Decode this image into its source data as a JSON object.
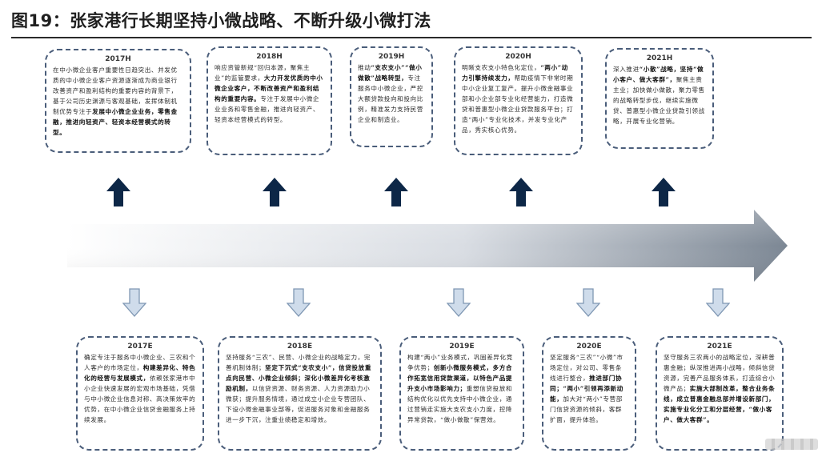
{
  "title": "图19：张家港行长期坚持小微战略、不断升级小微打法",
  "colors": {
    "arrow_up": "#0d2747",
    "arrow_down_fill": "#cfdceb",
    "arrow_down_stroke": "#7f97b3",
    "timeline_start": "#ffffff",
    "timeline_end": "#7c8794",
    "box_border": "#4a5d7a"
  },
  "icons": {
    "up": "arrow-up-icon",
    "down": "arrow-down-icon",
    "timeline": "timeline-arrow-icon"
  },
  "top_boxes": [
    {
      "head": "2017H",
      "pre": "在中小微企业客户重要性日趋突出、并发优质的中小微企业客户资源逐渐成为商业银行改善资产和盈利结构的重要内容的背景下，基于公司历史渊源与客观基础，发挥体制机制优势专注于",
      "bold": "发展中小微企业业务，零售金融，推进向轻资产、轻资本经营模式的转型。",
      "post": ""
    },
    {
      "head": "2018H",
      "pre": "响应资管新规“回归本源，聚焦主业”的监管要求，",
      "bold": "大力开发优质的中小微企业客户，不断改善资产和盈利结构的重要内容。",
      "post": "专注于发展中小微企业业务和零售金融，推进向轻资产、轻资本经营模式的转型。"
    },
    {
      "head": "2019H",
      "pre": "推动",
      "bold": "“支农支小”“做小做散”战略转型，",
      "post": "专注服务中小微企业，严控大额贷款投向和投向比例，精准发力支持民营企业和制造业。"
    },
    {
      "head": "2020H",
      "pre": "明晰支农支小特色化定位，",
      "bold": "“两小”动力引擎持续发力，",
      "post": "帮助疫情下非常时期中小企业复工复产。提升小微金融事业部和小企业部专业化经营能力，打造微贷和普惠型小微企业贷款服务平台；打造“两小”专业化技术，并发专业化产品，秀实核心优势。"
    },
    {
      "head": "2021H",
      "pre": "深入推进",
      "bold": "“小散”战略，坚持“做小客户、做大客群”，",
      "post": "聚焦主责主业；加快做小做散，聚力零售的战略转型步伐，继续实施微贷、普惠型小微企业贷款引领战略，开展专业化营销。"
    }
  ],
  "bottom_boxes": [
    {
      "head": "2017E",
      "pre": "确定专注于服务中小微企业、三农和个人客户的市场定位，",
      "bold": "构建差异化、特色化的经营与发展模式，",
      "post": "依赖张家港市中小企业快速发展的宏观市场基础，凭借与中小微企业信息对称、高决策效率的优势，在中小微企业信贷金融服务上持续发展。"
    },
    {
      "head": "2018E",
      "pre": "坚持服务“三农”、民营、小微企业的战略定力，完善机制体制；",
      "bold": "坚定下沉式“支农支小”，信贷投放重点向民营、小微企业倾斜；深化小微差异化考核激励机制，",
      "post": "以信贷资源、财务资源、人力资源助力小微获；提升服务情境，通过成立小企业专营团队、下设小微金融事业部等，促进服务对象和金融服务进一步下沉，注重业绩稳定和增效。"
    },
    {
      "head": "2019E",
      "pre": "构建“两小”业务模式，巩固差异化竞争优势；",
      "bold": "创新小微服务模式，多方合作拓宽信用贷款渠道，以特色产品提升支小市场影响力；",
      "post": "重塑信贷投放和结构优化以优先支持中小微企业，通过营销走实施大支农支小力度，控降异常贷款，“做小做散”保营效。"
    },
    {
      "head": "2020E",
      "pre": "坚定服务“三农”“小微”市场定位，对公司、零售条线进行整合，",
      "bold": "推进部门协同；“两小”引领再添新动能，",
      "post": "加大对“两小”专营部门信贷资源的倾斜，客群扩面，提升体验。"
    },
    {
      "head": "2021E",
      "pre": "坚守服务三农两小的战略定位，深耕普惠金融；纵深推进两小战略，倾斜信贷资源，完善产品服务体系，打造综合小微产品；",
      "bold": "实施大部制改革，整合业务条线，成立普惠金融总部并增设新部门，实施专业化分工和分层经营，“做小客户、做大客群”。",
      "post": ""
    }
  ]
}
